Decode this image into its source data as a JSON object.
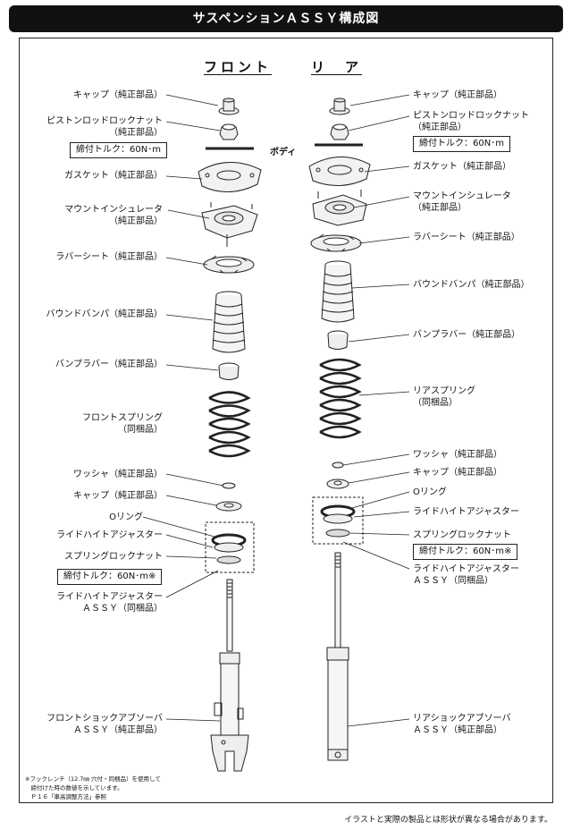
{
  "title": "サスペンションＡＳＳＹ構成図",
  "headings": {
    "front": "フロント",
    "rear": "リ　ア"
  },
  "body_label": "ボディ",
  "front_labels": [
    "キャップ（純正部品）",
    "ピストンロッドロックナット\n（純正部品）",
    "ガスケット（純正部品）",
    "マウントインシュレータ\n（純正部品）",
    "ラバーシート（純正部品）",
    "バウンドバンパ（純正部品）",
    "バンプラバー（純正部品）",
    "フロントスプリング\n（同梱品）",
    "ワッシャ（純正部品）",
    "キャップ（純正部品）",
    "Oリング",
    "ライドハイトアジャスター",
    "スプリングロックナット",
    "ライドハイトアジャスター\nＡＳＳＹ（同梱品）",
    "フロントショックアブソーバ\nＡＳＳＹ（純正部品）"
  ],
  "rear_labels": [
    "キャップ（純正部品）",
    "ピストンロッドロックナット\n（純正部品）",
    "ガスケット（純正部品）",
    "マウントインシュレータ\n（純正部品）",
    "ラバーシート（純正部品）",
    "バウンドバンパ（純正部品）",
    "バンプラバー（純正部品）",
    "リアスプリング\n（同梱品）",
    "ワッシャ（純正部品）",
    "キャップ（純正部品）",
    "Oリング",
    "ライドハイトアジャスター",
    "スプリングロックナット",
    "ライドハイトアジャスター\nＡＳＳＹ（同梱品）",
    "リアショックアブソーバ\nＡＳＳＹ（純正部品）"
  ],
  "torque": {
    "front_top": "締付トルク：60N･m",
    "front_bottom": "締付トルク：60N･m※",
    "rear_top": "締付トルク：60N･m",
    "rear_bottom": "締付トルク：60N･m※"
  },
  "note": "※フックレンチ（12.7㎜ 穴付・同梱品）を使用して\n　締付けた時の数値を示しています。\n　Ｐ１６「車高調整方法」参照",
  "footer": "イラストと実際の製品とは形状が異なる場合があります。"
}
